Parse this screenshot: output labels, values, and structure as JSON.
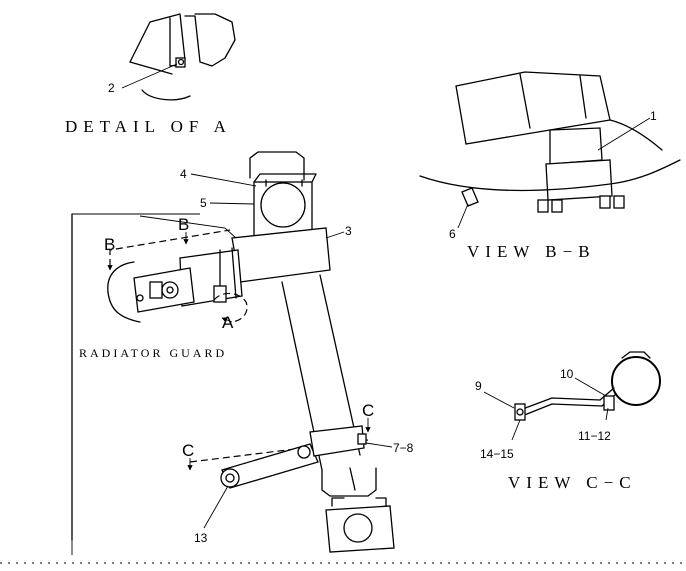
{
  "captions": {
    "detail_a": "DETAIL  OF  A",
    "view_bb": "VIEW  B−B",
    "view_cc": "VIEW  C−C",
    "radiator_guard": "RADIATOR GUARD"
  },
  "section_marks": {
    "b_left": "B",
    "b_right": "B",
    "c_left": "C",
    "c_right": "C",
    "a": "A"
  },
  "callouts": {
    "p1": "1",
    "p2": "2",
    "p3": "3",
    "p4": "4",
    "p5": "5",
    "p6": "6",
    "p7_8": "7−8",
    "p9": "9",
    "p10": "10",
    "p11_12": "11−12",
    "p13": "13",
    "p14_15": "14−15"
  }
}
